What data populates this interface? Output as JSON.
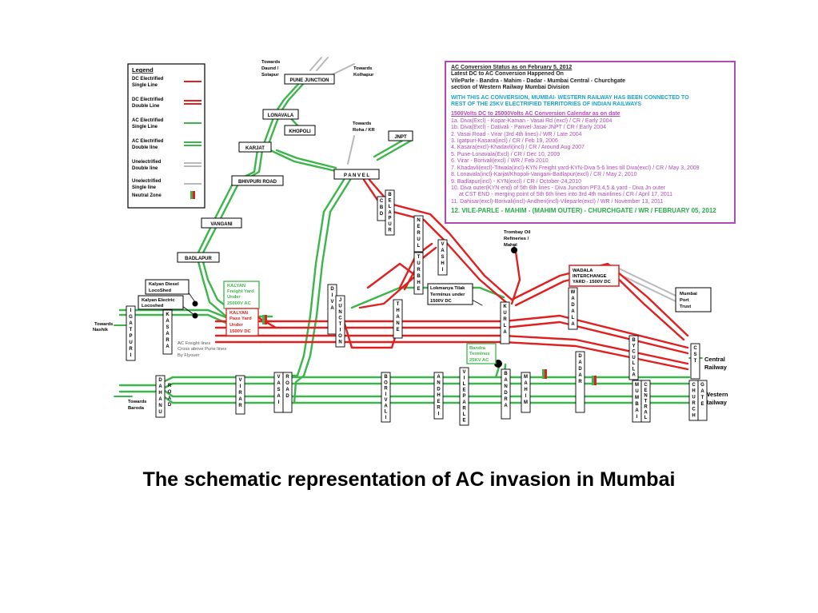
{
  "caption": "The schematic representation of AC invasion in Mumbai",
  "colors": {
    "dc": "#e02020",
    "ac": "#3cb54a",
    "unelectrified": "#b8b8b8",
    "magenta": "#b04ab8",
    "cyan": "#1aa3c8"
  },
  "legend": {
    "title": "Legend",
    "items": [
      {
        "label": [
          "DC Electrified",
          "Single Line"
        ],
        "type": "dc-single"
      },
      {
        "label": [
          "DC Electrified",
          "Double Line"
        ],
        "type": "dc-double"
      },
      {
        "label": [
          "AC Electrified",
          "Single Line"
        ],
        "type": "ac-single"
      },
      {
        "label": [
          "AC Electrified",
          "Double line"
        ],
        "type": "ac-double"
      },
      {
        "label": [
          "Unelectrified",
          "Double line"
        ],
        "type": "un-double"
      },
      {
        "label": [
          "Unelectrified",
          "Single line"
        ],
        "type": "un-single"
      },
      {
        "label": [
          "Neutral Zone"
        ],
        "type": "neutral"
      }
    ]
  },
  "status": {
    "title": "AC Conversion Status as on February 5, 2012",
    "line1": "Latest DC to AC Conversion Happened On",
    "line2": "VileParle - Bandra - Mahim - Dadar - Mumbai Central - Churchgate",
    "line3": "section of Western Railway Mumbai Division",
    "highlight1": "WITH THIS AC CONVERSION, MUMBAI- WESTERN RAILWAY HAS BEEN CONNECTED TO",
    "highlight2": "REST OF THE 25KV ELECTRIFIED TERRITORIES OF INDIAN RAILWAYS",
    "calendar_title": "1500Volts DC to 25000Volts AC Conversion Calendar as on date",
    "items": [
      "1a. Diva(Excl) - Kopar-Kaman - Vasai Rd (excl) / CR / Early 2004",
      "1b. Diva(Excl) - Dativali - Panvel-Jasai-JNPT / CR / Early 2004",
      "2. Vasai Road - Virar (3rd 4th lines) / WR / Late 2004",
      "3. Igatpuri-Kasara(incl) / CR / Feb 19, 2006",
      "4. Kasara(excl)-Khadavli(incl) / CR / Around Aug 2007",
      "5. Pune-Lonavala(Excl) / CR / Dec 10, 2009",
      "6. Virar - Borivali(excl) / WR / Feb 2010",
      "7. Khadavli(excl)-Titwala(incl)-KYN Freight yard-KYN-Diva 5-6 lines till Diva(excl) / CR / May 3, 2009",
      "8. Lonavala(incl)-Karjat/Khopoli-Vangani-Badlapur(excl) / CR / May 2, 2010",
      "9. Badlapur(incl) - KYN(excl) / CR / October-24,2010",
      "10. Diva outer(KYN end) of 5th 6th lines - Diva Junction PF3,4,5 & yard - Diva Jn outer",
      "at CST END - merging point of 5th 6th lines into 3rd 4th mainlines / CR / April 17, 2011",
      "11. Dahisar(excl)-Borivali(incl)-Andheri(incl)-Vileparle(excl) / WR / November 13, 2011"
    ],
    "final": "12. VILE-PARLE - MAHIM - (MAHIM OUTER) - CHURCHGATE / WR / FEBRUARY 05, 2012"
  },
  "boxes": {
    "pune_junction": "PUNE JUNCTION",
    "lonavala": "LONAVALA",
    "khopoli": "KHOPOLI",
    "karjat": "KARJAT",
    "bhivpuri_road": "BHIVPURI ROAD",
    "vangani": "VANGANI",
    "badlapur": "BADLAPUR",
    "jnpt": "JNPT",
    "panvel": "P A N V E L",
    "mumbai_port_trust": [
      "Mumbai",
      "Port",
      "Trust"
    ],
    "wadala_yard": [
      "WADALA",
      "INTERCHANGE",
      "YARD - 1500V DC"
    ],
    "ltt": [
      "Lokmanya Tilak",
      "Terminus under",
      "1500V DC"
    ],
    "kalyan_diesel": [
      "Kalyan Diesel",
      "LocoShed"
    ],
    "kalyan_electric": [
      "Kalyan Electric",
      "Locoshed"
    ],
    "kalyan_freight": [
      "KALYAN",
      "Freight Yard",
      "Under",
      "25000V AC"
    ],
    "kalyan_pass": [
      "KALYAN",
      "Pass Yard",
      "Under",
      "1500V DC"
    ],
    "bandra_terminus": [
      "Bandra",
      "Terminus",
      "25KV AC"
    ]
  },
  "texts": {
    "towards_daund": [
      "Towards",
      "Daund /",
      "Solapur"
    ],
    "towards_kolhapur": [
      "Towards",
      "Kolhapur"
    ],
    "towards_roha": [
      "Towards",
      "Roha / KR"
    ],
    "trombay": [
      "Trombay Oil",
      "Refineries /",
      "Mahul"
    ],
    "towards_nashik": [
      "Towards",
      "Nashik"
    ],
    "towards_baroda": [
      "Towards",
      "Baroda"
    ],
    "ac_freight_note": [
      "AC Freight lines",
      "Cross above Pune lines",
      "By Flyover"
    ],
    "central_railway": [
      "Central",
      "Railway"
    ],
    "western_railway": [
      "Western",
      "Railway"
    ]
  },
  "stations": {
    "igatpuri": "IGATPURI",
    "kasara": "KASARA",
    "diva": "DIVA",
    "diva_junction": "JUNCTION",
    "thane": "THANE",
    "kurla": "KURLA",
    "wadala": "WADALA",
    "dadar_cr": "DADAR",
    "byculla": "BYCULLA",
    "cst": "CST",
    "belapur": "BELAPUR",
    "cbd": "CBD",
    "nerul": "NERUL",
    "turbhe": "TURBHE",
    "vashi": "VASHI",
    "dahanu_road": "DAHANU",
    "dahanu_road_2": "ROAD",
    "virar": "VIRAR",
    "vasai": "VASAI",
    "vasai_road": "ROAD",
    "borivali": "BORIVALI",
    "andheri": "ANDHERI",
    "vile_parle": "VILEPARLE",
    "bandra": "BANDRA",
    "mahim": "MAHIM",
    "dadar_wr": "DADAR",
    "mumbai_central_1": "MUMBAI",
    "mumbai_central_2": "CENTRAL",
    "churchgate_1": "CHURCH",
    "churchgate_2": "GATE"
  }
}
